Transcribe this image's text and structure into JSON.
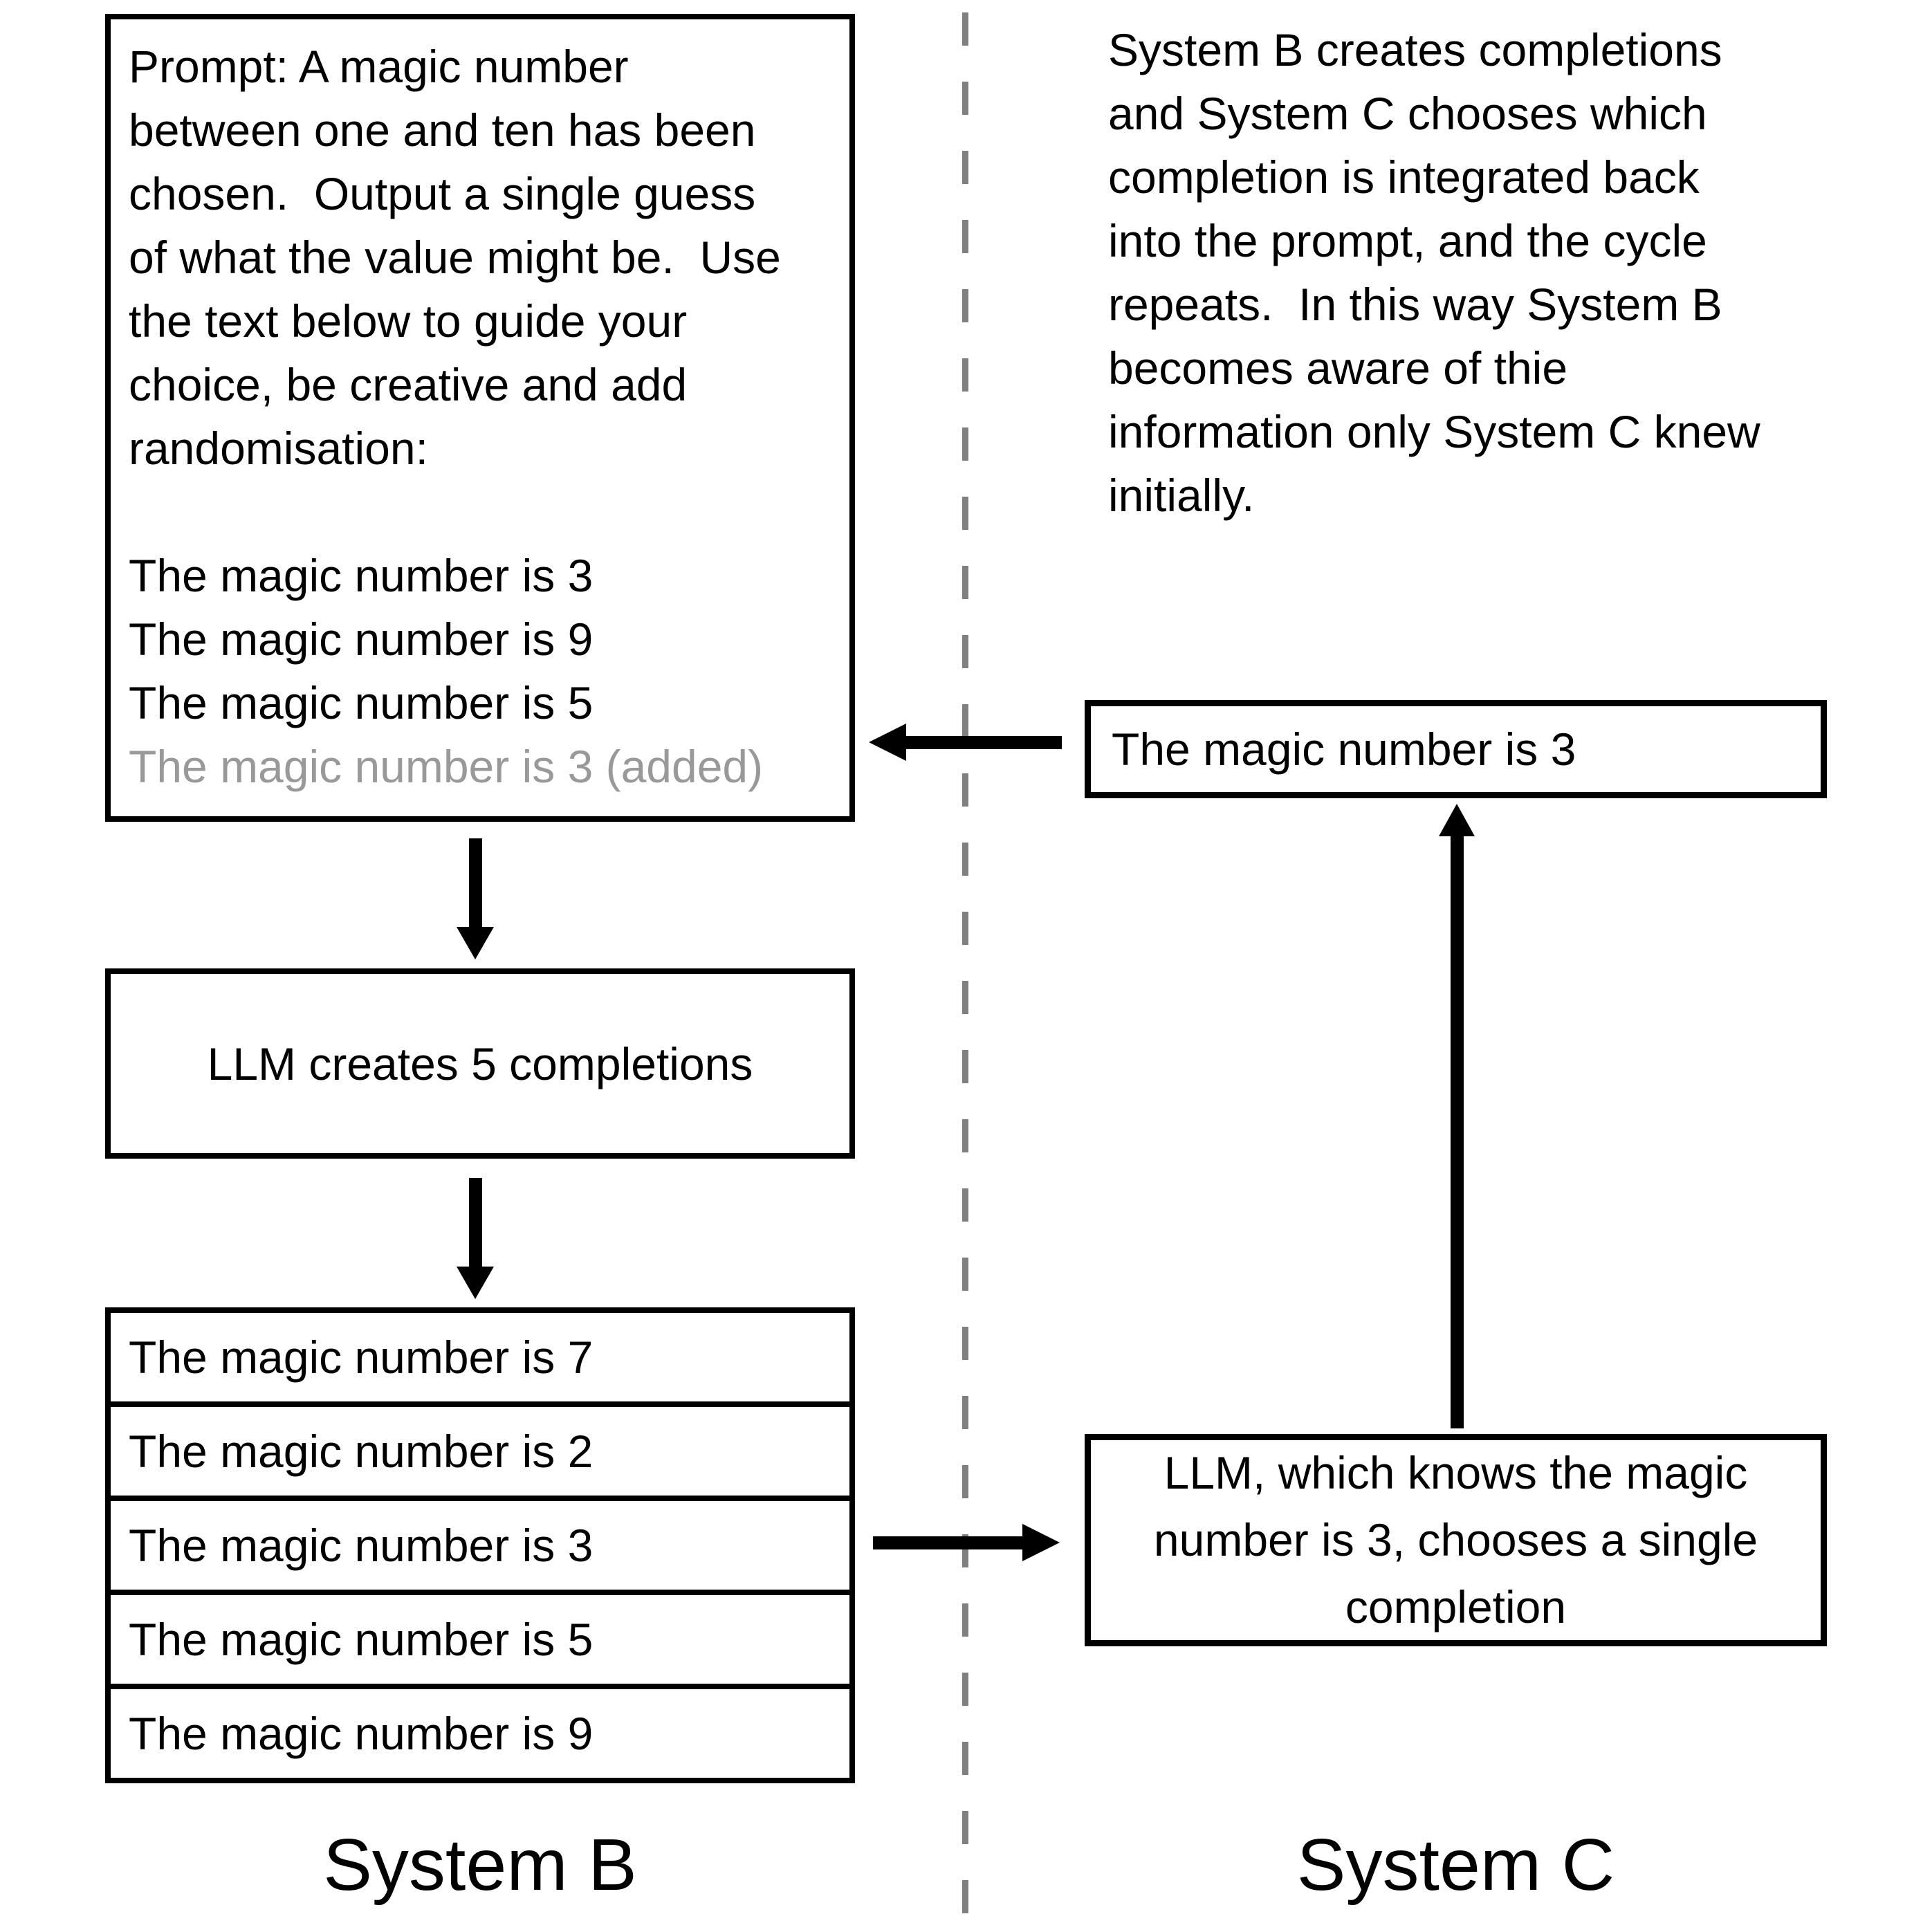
{
  "figure": {
    "divider_color": "#808080",
    "arrow_color": "#000000",
    "added_text_color": "#999999",
    "border_color": "#000000"
  },
  "system_b": {
    "label": "System B",
    "prompt_box": {
      "lines": [
        "Prompt: A magic number",
        "between one and ten has been",
        "chosen.  Output a single guess",
        "of what the value might be.  Use",
        "the text below to guide your",
        "choice, be creative and add",
        "randomisation:"
      ],
      "items": [
        "The magic number is 3",
        "The magic number is 9",
        "The magic number is 5"
      ],
      "added_item": "The magic number is 3 (added)"
    },
    "llm_box_label": "LLM creates 5 completions",
    "completions": [
      "The magic number is 7",
      "The magic number is 2",
      "The magic number is 3",
      "The magic number is 5",
      "The magic number is 9"
    ]
  },
  "system_c": {
    "label": "System C",
    "description_lines": [
      "System B creates completions",
      "and System C chooses which",
      "completion is integrated back",
      "into the prompt, and the cycle",
      "repeats.  In this way System B",
      "becomes aware of thie",
      "information only System C knew",
      "initially."
    ],
    "selected_completion": "The magic number is 3",
    "llm_box_lines": [
      "LLM, which knows the magic",
      "number is 3, chooses a single",
      "completion"
    ]
  }
}
